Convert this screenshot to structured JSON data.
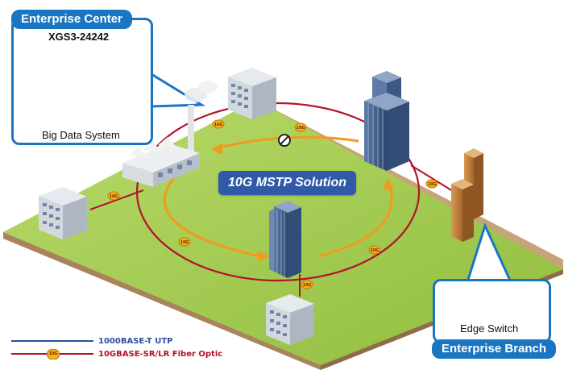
{
  "enterprise_center": {
    "title": "Enterprise Center",
    "switch_model": "XGS3-24242",
    "system_label": "Big Data System"
  },
  "enterprise_branch": {
    "title": "Enterprise Branch",
    "device_label": "Edge Switch"
  },
  "ring_title": "10G MSTP Solution",
  "link_badge": "10G",
  "blocked_link_icon": "blocked-icon",
  "legend": [
    {
      "label": "1000BASE-T UTP",
      "color": "#2a4fa0"
    },
    {
      "label": "10GBASE-SR/LR Fiber Optic",
      "color": "#b3122a"
    }
  ],
  "colors": {
    "accent_blue": "#1a76c2",
    "fiber_red": "#b3122a",
    "flow_orange": "#f39a1e",
    "grass": "#9ec64a"
  }
}
